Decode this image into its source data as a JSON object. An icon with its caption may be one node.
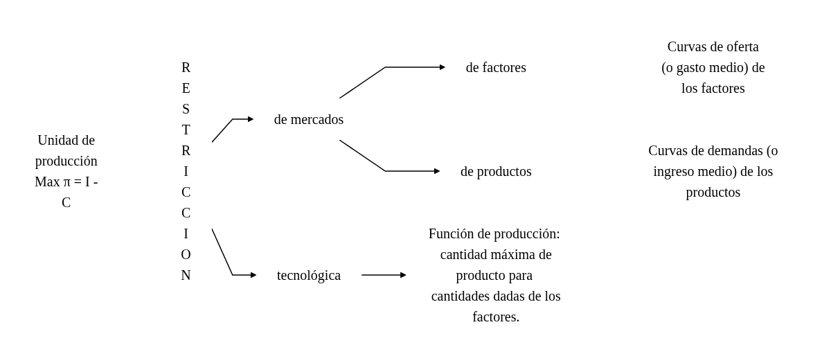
{
  "diagram": {
    "nodes": [
      {
        "text": [
          "Unidad de producción Max π = I - C"
        ]
      },
      {
        "text": [
          "R E S T R I C C I O N"
        ]
      },
      {
        "text": [
          "de mercados"
        ]
      },
      {
        "text": [
          "de factores"
        ]
      },
      {
        "text": [
          "Curvas de oferta (o gasto medio) de los factores"
        ]
      },
      {
        "text": [
          "de productos"
        ]
      },
      {
        "text": [
          "Curvas de demandas (o ingreso medio) de los productos"
        ]
      },
      {
        "text": [
          "tecnológica"
        ]
      },
      {
        "text": [
          "Función de producción: cantidad máxima de producto para cantidades dadas de los factores."
        ]
      }
    ],
    "edges": [
      {
        "from": 1,
        "to": 2,
        "arrow": "to"
      },
      {
        "from": 1,
        "to": 7,
        "arrow": "to"
      },
      {
        "from": 2,
        "to": 3,
        "arrow": "to"
      },
      {
        "from": 2,
        "to": 5,
        "arrow": "to"
      },
      {
        "from": 7,
        "to": 8,
        "arrow": "to"
      }
    ]
  }
}
